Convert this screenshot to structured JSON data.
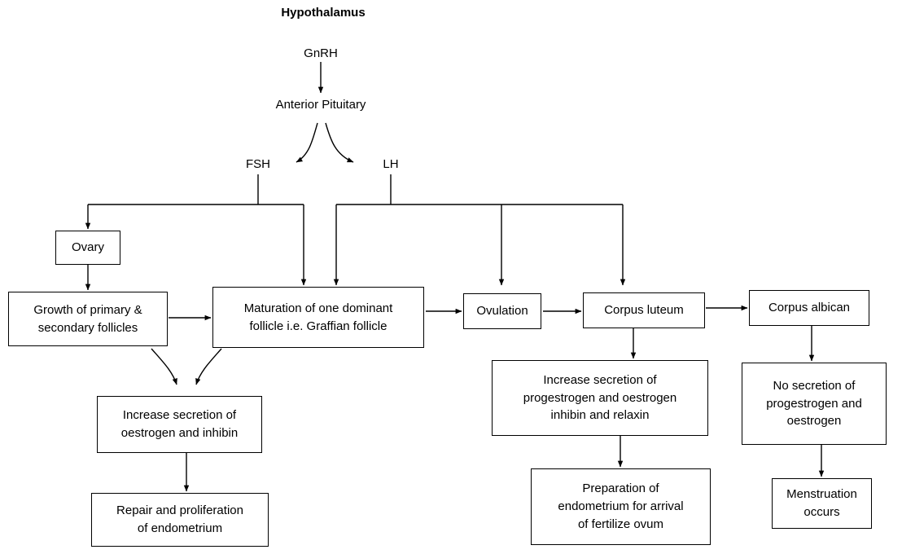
{
  "diagram": {
    "title": "Hypothalamus",
    "labels": {
      "gnrh": "GnRH",
      "anterior_pituitary": "Anterior Pituitary",
      "fsh": "FSH",
      "lh": "LH"
    },
    "nodes": {
      "ovary": "Ovary",
      "growth_follicles": "Growth of primary &\nsecondary follicles",
      "maturation": "Maturation of one dominant\nfollicle i.e. Graffian follicle",
      "ovulation": "Ovulation",
      "corpus_luteum": "Corpus luteum",
      "corpus_albican": "Corpus albican",
      "increase_oestrogen_inhibin": "Increase secretion of\noestrogen and inhibin",
      "repair_endometrium": "Repair and proliferation\nof endometrium",
      "increase_progestrogen": "Increase secretion of\nprogestrogen and oestrogen\ninhibin and relaxin",
      "preparation_endometrium": "Preparation of\nendometrium for arrival\nof fertilize ovum",
      "no_secretion": "No secretion of\nprogestrogen and\noestrogen",
      "menstruation": "Menstruation\noccurs"
    },
    "colors": {
      "stroke": "#000000",
      "background": "#ffffff",
      "text": "#000000"
    }
  }
}
